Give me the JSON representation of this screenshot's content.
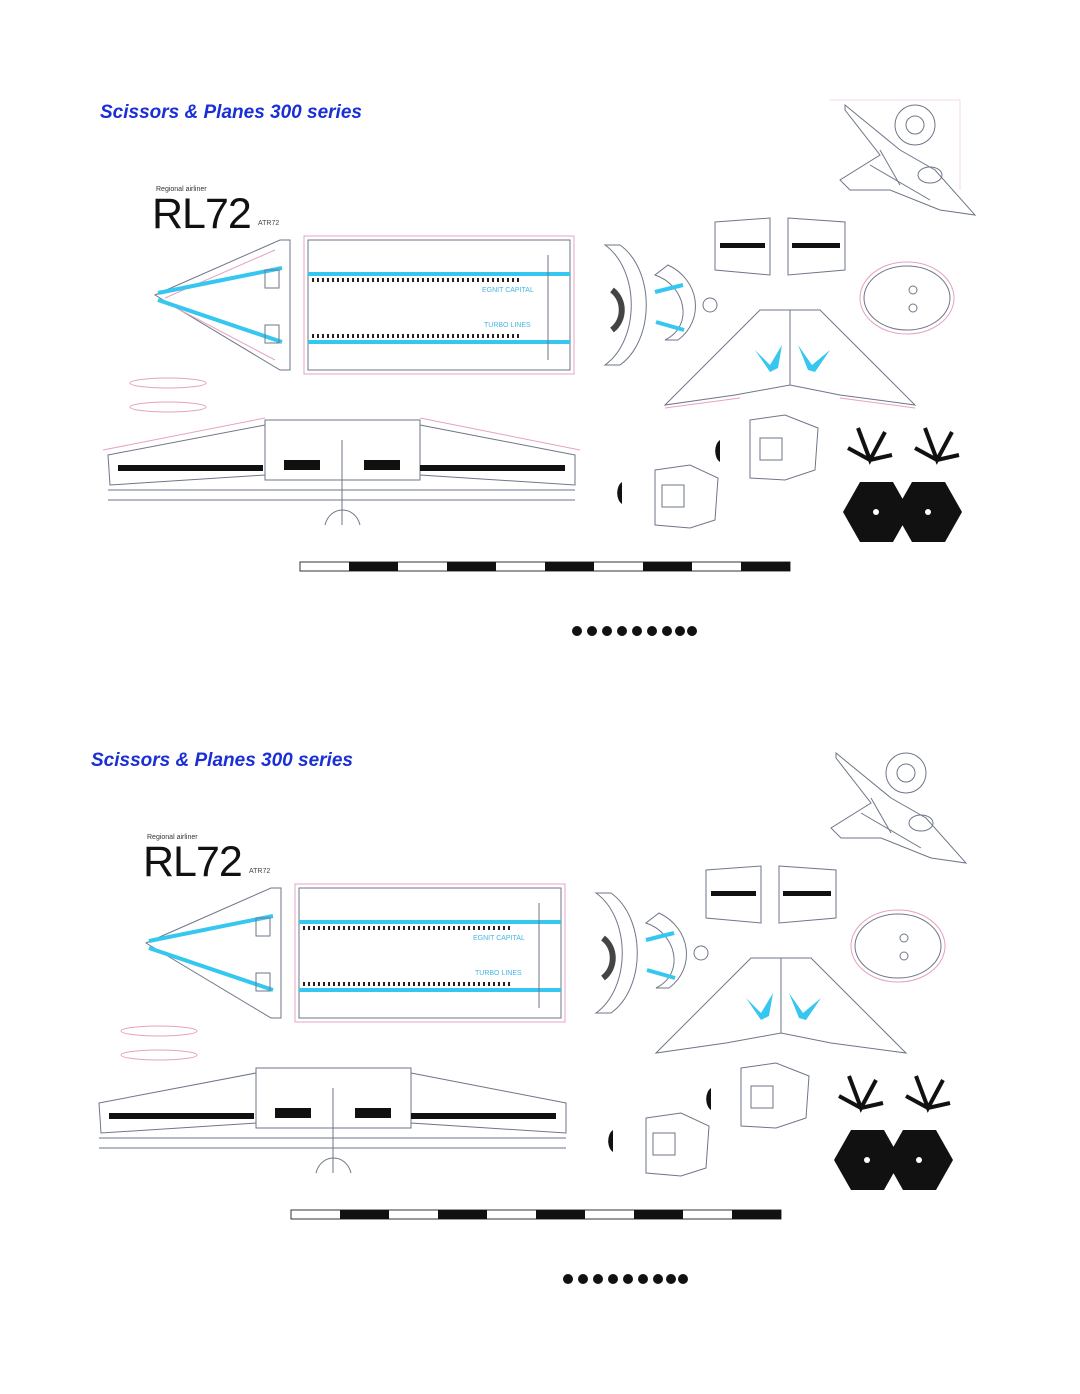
{
  "sheets": [
    {
      "series_title": "Scissors & Planes 300 series",
      "model_kicker": "Regional airliner",
      "model_code": "RL72",
      "model_type": "ATR72",
      "livery_upper": "EGNIT CAPITAL",
      "livery_lower": "TURBO LINES"
    },
    {
      "series_title": "Scissors & Planes 300 series",
      "model_kicker": "Regional airliner",
      "model_code": "RL72",
      "model_type": "ATR72",
      "livery_upper": "EGNIT CAPITAL",
      "livery_lower": "TURBO LINES"
    }
  ],
  "icons": [
    "scissors-plane-logo-icon",
    "propeller-icon",
    "spinner-icon",
    "scale-bar",
    "wheel-strip"
  ],
  "colors": {
    "title": "#1a2fd6",
    "stripe": "#36c7f0",
    "outline": "#6e7688",
    "cut_guide": "#e5a3c0",
    "solid": "#111111"
  }
}
